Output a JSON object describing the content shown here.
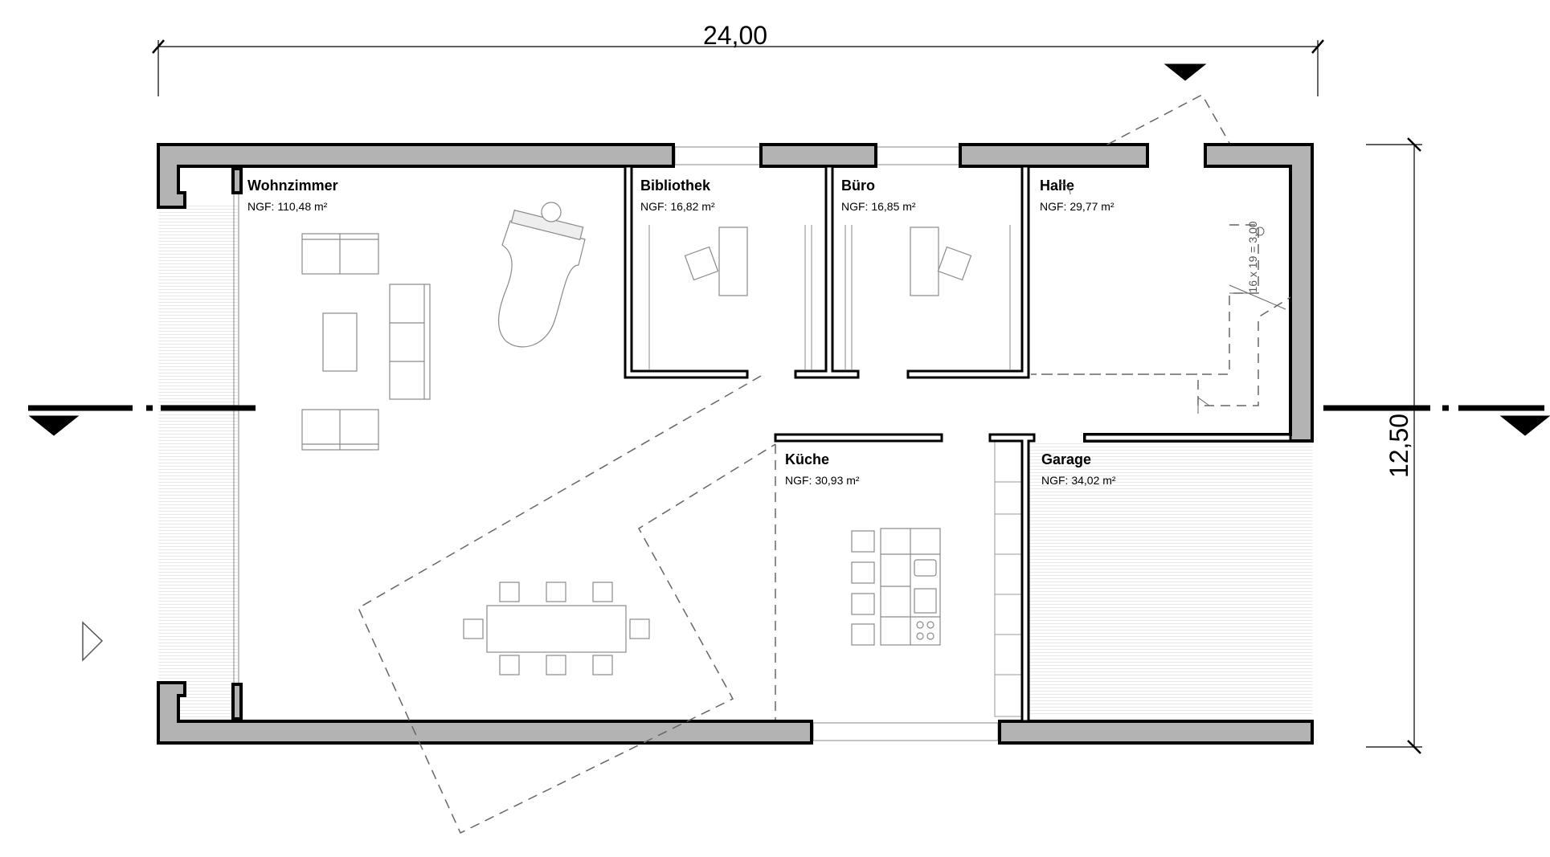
{
  "dimensions": {
    "width": "24,00",
    "height": "12,50"
  },
  "rooms": [
    {
      "name": "Wohnzimmer",
      "area_label": "NGF: 110,48 m²"
    },
    {
      "name": "Bibliothek",
      "area_label": "NGF: 16,82 m²"
    },
    {
      "name": "Büro",
      "area_label": "NGF: 16,85 m²"
    },
    {
      "name": "Halle",
      "area_label": "NGF: 29,77 m²"
    },
    {
      "name": "Küche",
      "area_label": "NGF: 30,93 m²"
    },
    {
      "name": "Garage",
      "area_label": "NGF: 34,02 m²"
    }
  ],
  "stair": {
    "label": "16 x 19 = 3,00"
  },
  "colors": {
    "wall_fill": "#b3b3b3",
    "wall_stroke": "#000000",
    "furniture": "#8a8a8a",
    "dashed": "#666666",
    "terrace_hatch": "#cfcfcf"
  }
}
